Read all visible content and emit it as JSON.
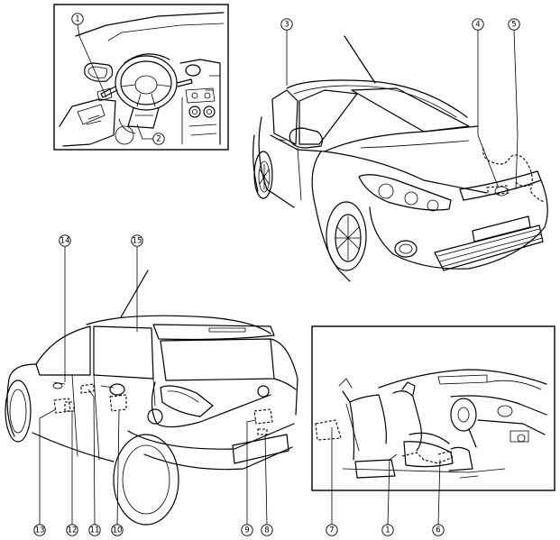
{
  "callouts": {
    "c1_inset": "1",
    "c2": "2",
    "c3": "3",
    "c4": "4",
    "c5": "5",
    "c14": "14",
    "c15": "15",
    "c13": "13",
    "c12": "12",
    "c11": "11",
    "c10": "10",
    "c9": "9",
    "c8": "8",
    "c7": "7",
    "c1_interior": "1",
    "c6": "6"
  }
}
